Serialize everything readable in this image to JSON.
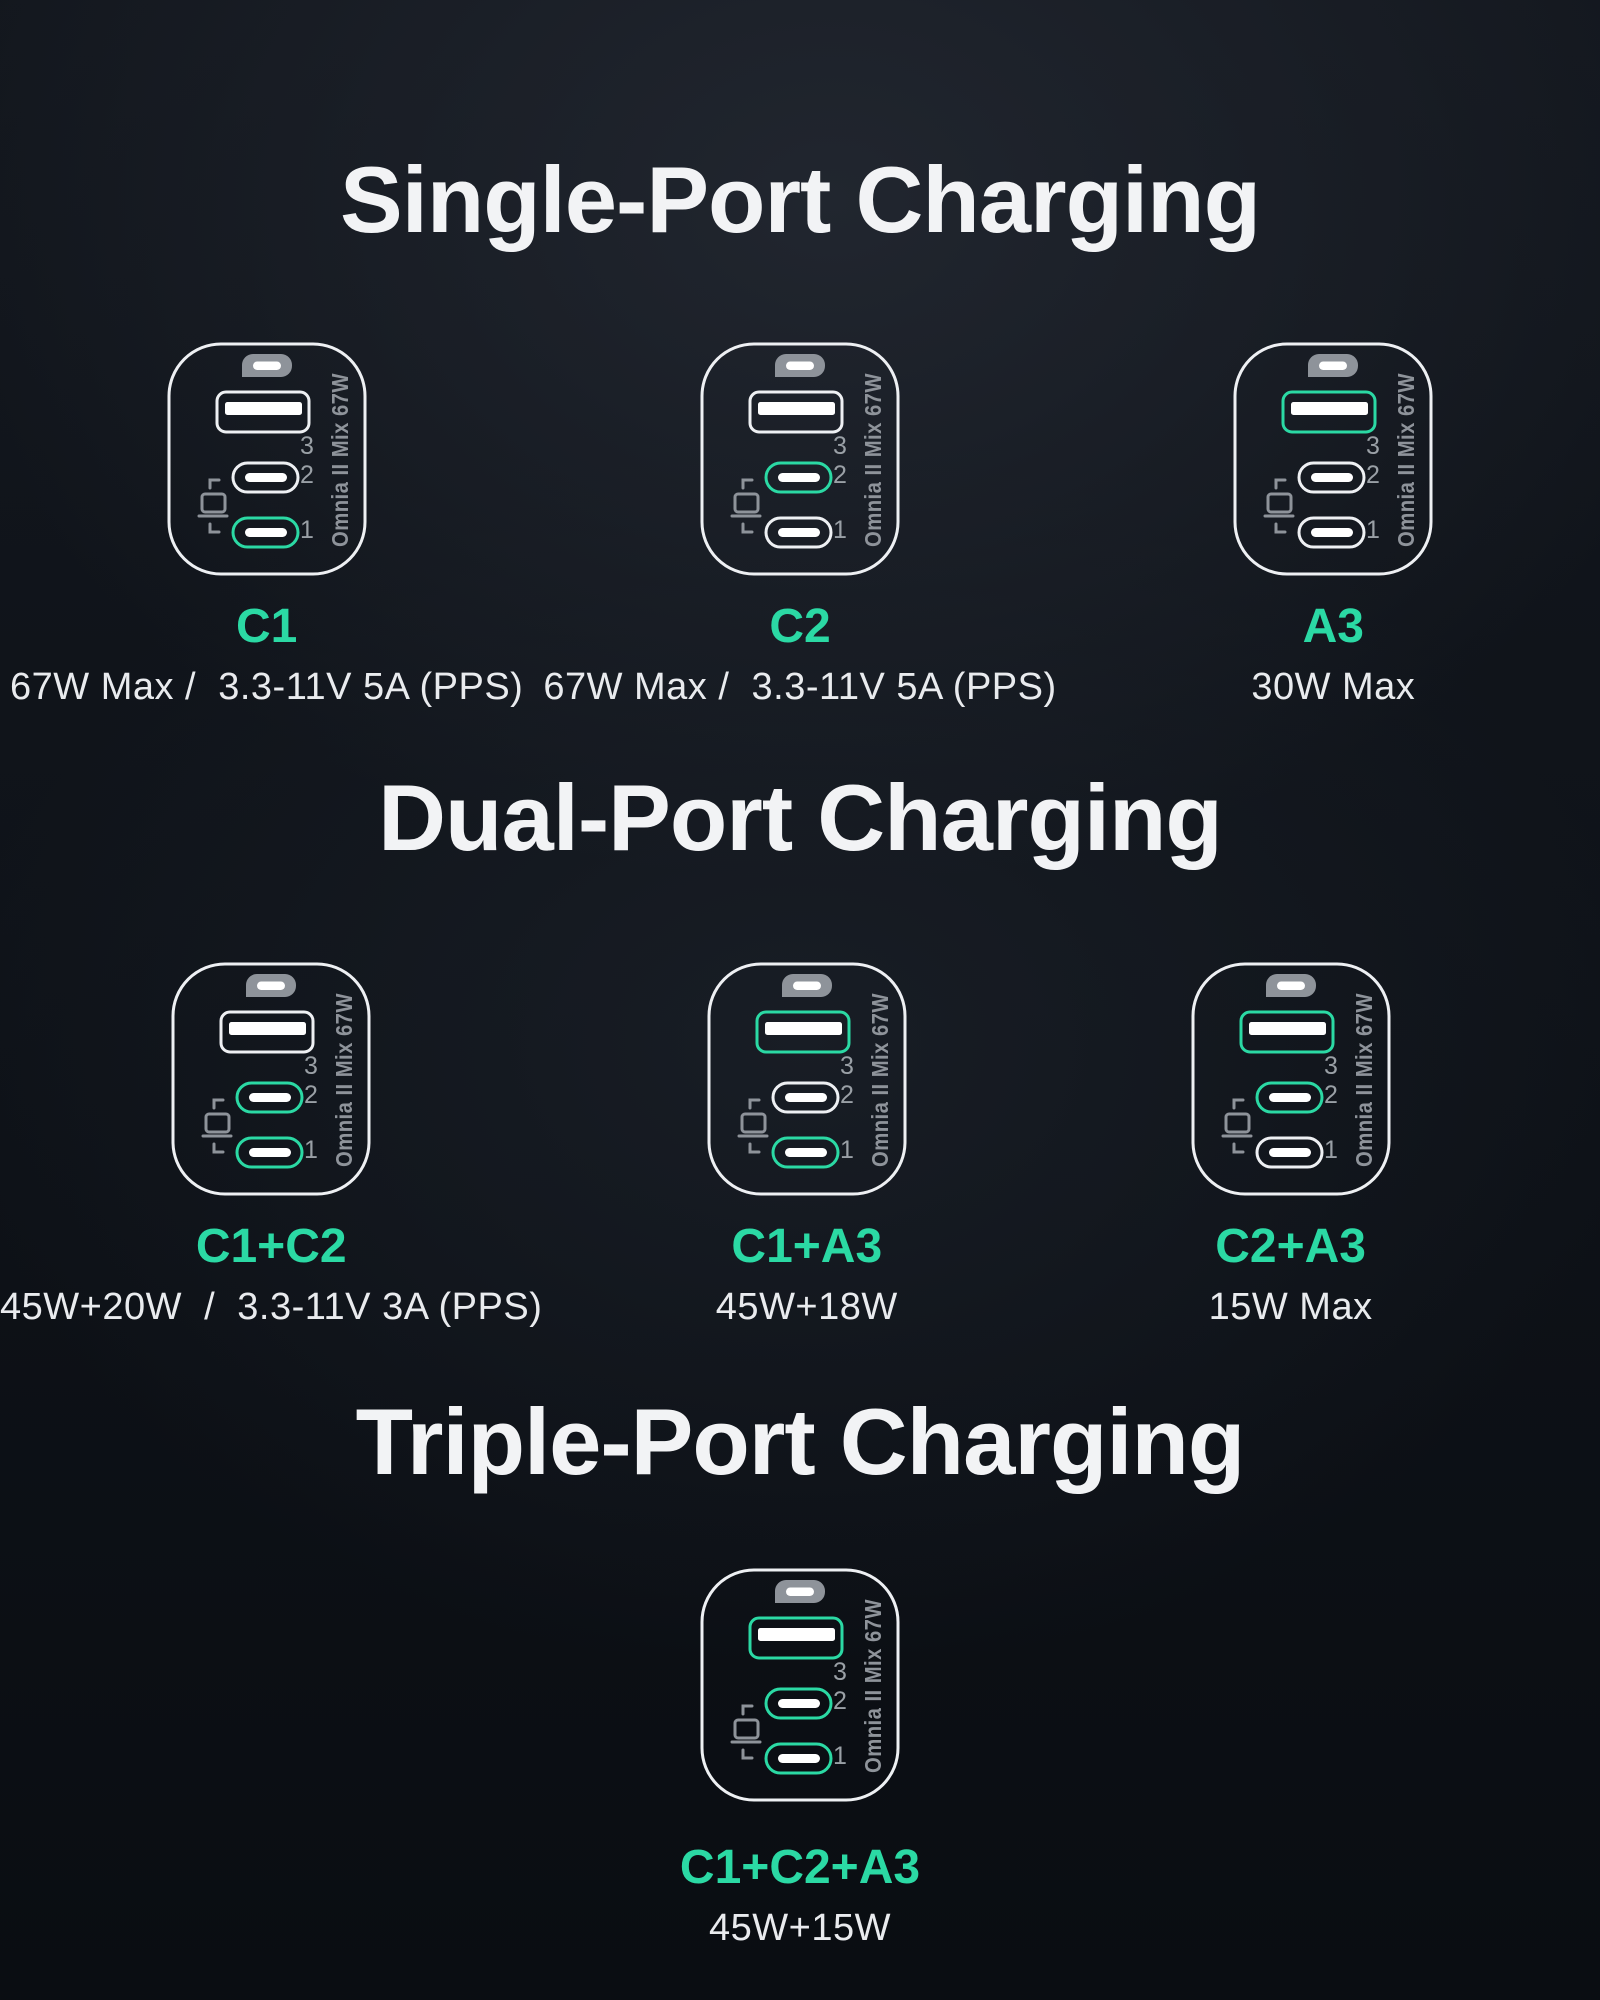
{
  "theme": {
    "accent": "#2bd9a4",
    "outline_inactive": "#eef0f3",
    "text_primary": "#f2f3f5",
    "text_spec": "#e9ebee",
    "text_muted_gray": "#8e939a",
    "background_dark": "#0d1016"
  },
  "device": {
    "vertical_label": "Omnia II Mix 67W",
    "port_numbers": [
      "3",
      "2",
      "1"
    ],
    "port_ids": [
      "A3",
      "C2",
      "C1"
    ]
  },
  "sections": [
    {
      "title": "Single-Port Charging",
      "cards": [
        {
          "label": "C1",
          "spec": "67W Max /  3.3-11V 5A (PPS)",
          "active_ports": [
            "C1"
          ]
        },
        {
          "label": "C2",
          "spec": "67W Max /  3.3-11V 5A (PPS)",
          "active_ports": [
            "C2"
          ]
        },
        {
          "label": "A3",
          "spec": "30W Max",
          "active_ports": [
            "A3"
          ]
        }
      ]
    },
    {
      "title": "Dual-Port Charging",
      "cards": [
        {
          "label": "C1+C2",
          "spec": "45W+20W  /  3.3-11V 3A (PPS)",
          "active_ports": [
            "C1",
            "C2"
          ]
        },
        {
          "label": "C1+A3",
          "spec": "45W+18W",
          "active_ports": [
            "C1",
            "A3"
          ]
        },
        {
          "label": "C2+A3",
          "spec": "15W Max",
          "active_ports": [
            "C2",
            "A3"
          ]
        }
      ]
    },
    {
      "title": "Triple-Port Charging",
      "cards": [
        {
          "label": "C1+C2+A3",
          "spec": "45W+15W",
          "active_ports": [
            "C1",
            "C2",
            "A3"
          ]
        }
      ]
    }
  ]
}
